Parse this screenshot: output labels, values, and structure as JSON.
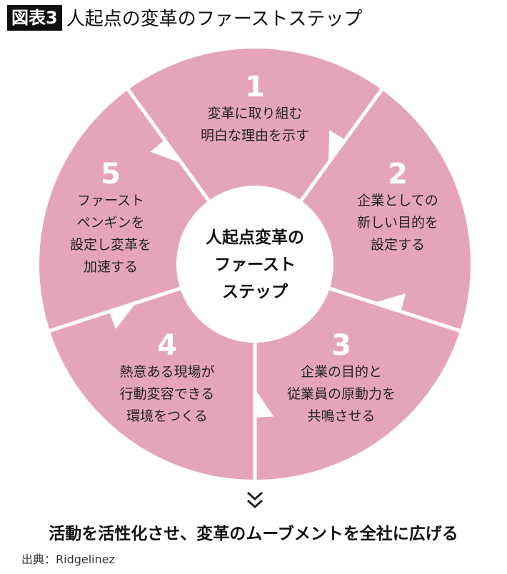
{
  "header": {
    "badge": "図表3",
    "title": "人起点の変革のファーストステップ"
  },
  "colors": {
    "segment": "#e4a5ba",
    "divider": "#ffffff"
  },
  "center_label": [
    "人起点変革の",
    "ファースト",
    "ステップ"
  ],
  "steps": [
    {
      "number": "1",
      "lines": [
        "変革に取り組む",
        "明白な理由を示す"
      ]
    },
    {
      "number": "2",
      "lines": [
        "企業としての",
        "新しい目的を",
        "設定する"
      ]
    },
    {
      "number": "3",
      "lines": [
        "企業の目的と",
        "従業員の原動力を",
        "共鳴させる"
      ]
    },
    {
      "number": "4",
      "lines": [
        "熱意ある現場が",
        "行動変容できる",
        "環境をつくる"
      ]
    },
    {
      "number": "5",
      "lines": [
        "ファースト",
        "ペンギンを",
        "設定し変革を",
        "加速する"
      ]
    }
  ],
  "conclusion": "活動を活性化させ、変革のムーブメントを全社に広げる",
  "source": "出典：Ridgelinez"
}
